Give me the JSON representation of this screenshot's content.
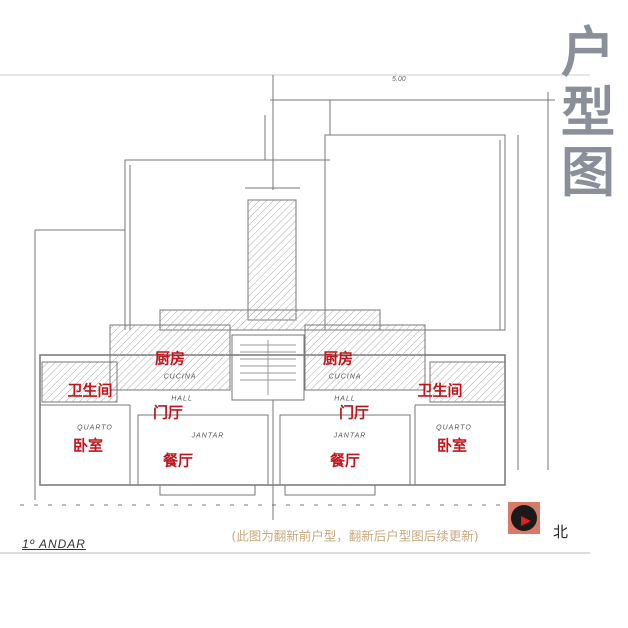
{
  "title": [
    "户",
    "型",
    "图"
  ],
  "rooms": {
    "kitchen_left": "厨房",
    "kitchen_right": "厨房",
    "bathroom_left": "卫生间",
    "bathroom_right": "卫生间",
    "hall_left": "门厅",
    "hall_right": "门厅",
    "bedroom_left": "卧室",
    "bedroom_right": "卧室",
    "dining_left": "餐厅",
    "dining_right": "餐厅"
  },
  "sketch_labels": {
    "cucina": "CUCINA",
    "hall": "HALL",
    "jantar": "JANTAR",
    "quarto": "QUARTO"
  },
  "dimension_top": "5.00",
  "floor_label": "1º ANDAR",
  "caption": "(此图为翻新前户型，翻新后户型图后续更新)",
  "north_label": "北",
  "colors": {
    "room_label": "#c0161b",
    "caption": "#c7a97f",
    "title": "#8a8f99"
  }
}
